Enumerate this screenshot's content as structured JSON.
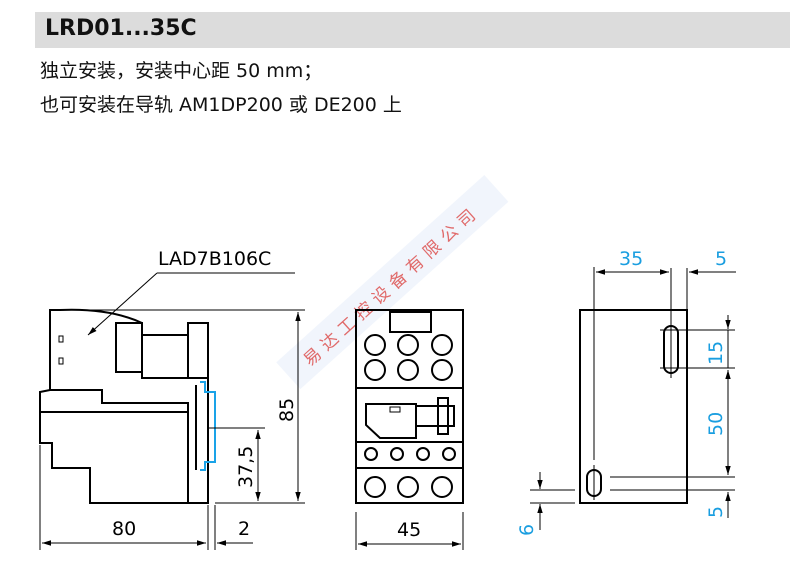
{
  "header": {
    "title": "LRD01...35C"
  },
  "description": [
    "独立安装，安装中心距 50 mm；",
    "也可安装在导轨 AM1DP200 或 DE200 上"
  ],
  "side_view": {
    "callout": "LAD7B106C",
    "dims": {
      "height": "85",
      "rail_height": "37,5",
      "depth": "80",
      "offset": "2"
    }
  },
  "front_view": {
    "dims": {
      "width": "45"
    }
  },
  "mounting_view": {
    "dims": {
      "hole_spacing_x": "35",
      "edge_x": "5",
      "slot_length": "15",
      "center_distance": "50",
      "edge_y": "5",
      "bottom_gap": "6"
    }
  },
  "watermark": "易达工控设备有限公司",
  "colors": {
    "blue_fill": "#d4ebf7",
    "grey_fill": "#dcdcdc",
    "dim_blue": "#1a9ee0",
    "rail": "#1aa3e8"
  }
}
